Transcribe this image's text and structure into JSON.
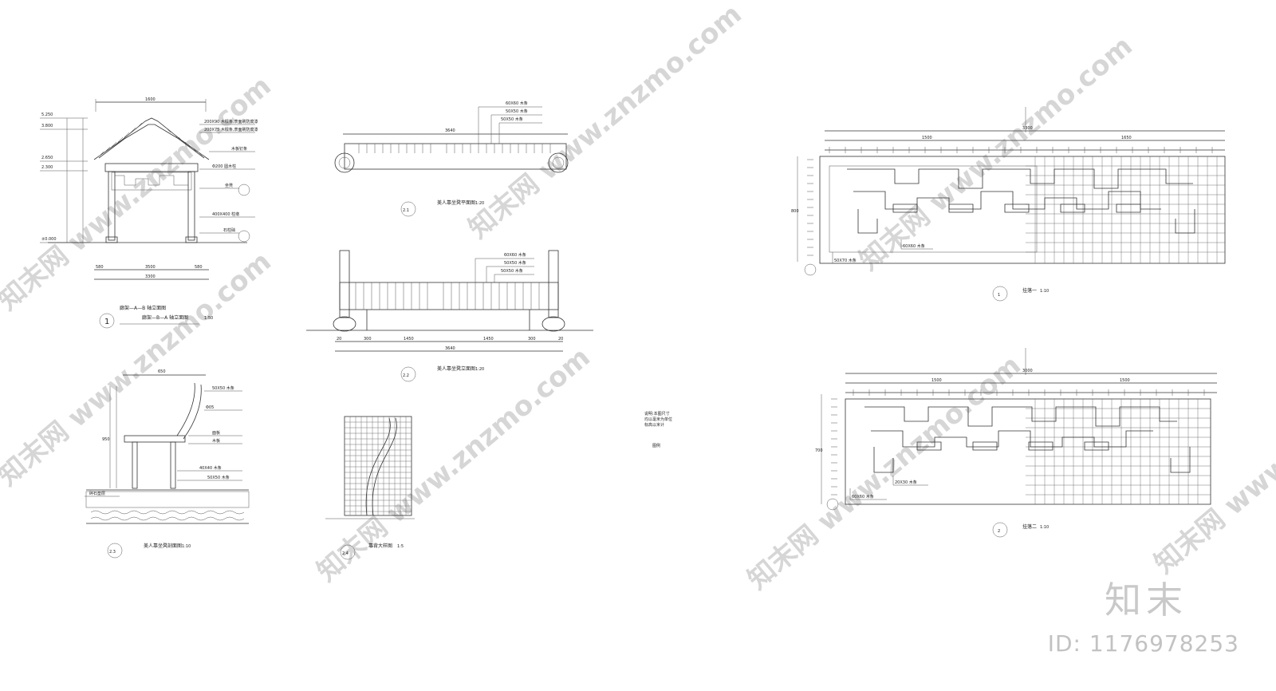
{
  "drawing": {
    "pavilion_section": {
      "title": "廊架—A—B 轴立面图",
      "subtitle": "廊架—B—A 轴立面图",
      "scale": "1:50",
      "index": "1",
      "dims": {
        "total": "3300",
        "span": "3500",
        "left": "580",
        "right": "580",
        "top": "1600"
      },
      "levels": [
        "5.250",
        "3.800",
        "2.650",
        "2.300",
        "±0.000"
      ],
      "notes": [
        "200X90 木檩条,表面刷防腐漆",
        "200X75 木檩条,表面刷防腐漆",
        "木板钉条",
        "Φ200 圆木柱",
        "400X400 柱墩",
        "坐凳",
        "石柱础"
      ]
    },
    "bench_plan": {
      "index": "2.1",
      "title": "美人靠坐凳平面图",
      "scale": "1:20",
      "dim": "3640",
      "notes": [
        "60X60 木条",
        "50X50 木条",
        "50X50 木条"
      ]
    },
    "bench_elevation": {
      "index": "2.2",
      "title": "美人靠坐凳立面图",
      "scale": "1:20",
      "dim": "3640",
      "segs": [
        "20",
        "300",
        "1450",
        "1450",
        "300",
        "20"
      ],
      "notes": [
        "60X60 木条",
        "50X50 木条",
        "50X50 木条"
      ]
    },
    "bench_section": {
      "index": "2.3",
      "title": "美人靠坐凳剖面图",
      "scale": "1:10",
      "dim_top": "650",
      "dim_side": "950",
      "notes": [
        "50X50 木条",
        "Φ05",
        "面板",
        "木板",
        "40X40 木条",
        "50X50 木条",
        "碎石垫层"
      ]
    },
    "backrest_detail": {
      "index": "2.4",
      "title": "靠背大样图",
      "scale": "1:5"
    },
    "lattice_1": {
      "index": "1",
      "title": "挂落一",
      "scale": "1:10",
      "dim_total": "3300",
      "dims": [
        "1500",
        "1650"
      ],
      "side": "800",
      "notes": [
        "50X70 木条",
        "60X60 木条"
      ]
    },
    "lattice_2": {
      "index": "2",
      "title": "挂落二",
      "scale": "1:10",
      "dim_total": "3000",
      "dims": [
        "1500",
        "1500"
      ],
      "side": "700",
      "notes": [
        "20X30 木条",
        "60X60 木条"
      ]
    },
    "center_note": [
      "说明:本图尺寸",
      "均以毫米为单位",
      "标高以米计"
    ],
    "center_small": "图例"
  },
  "watermark": {
    "text": "知末网 www.znzmo.com"
  },
  "brand": {
    "logo": "知末",
    "id": "ID: 1176978253"
  }
}
